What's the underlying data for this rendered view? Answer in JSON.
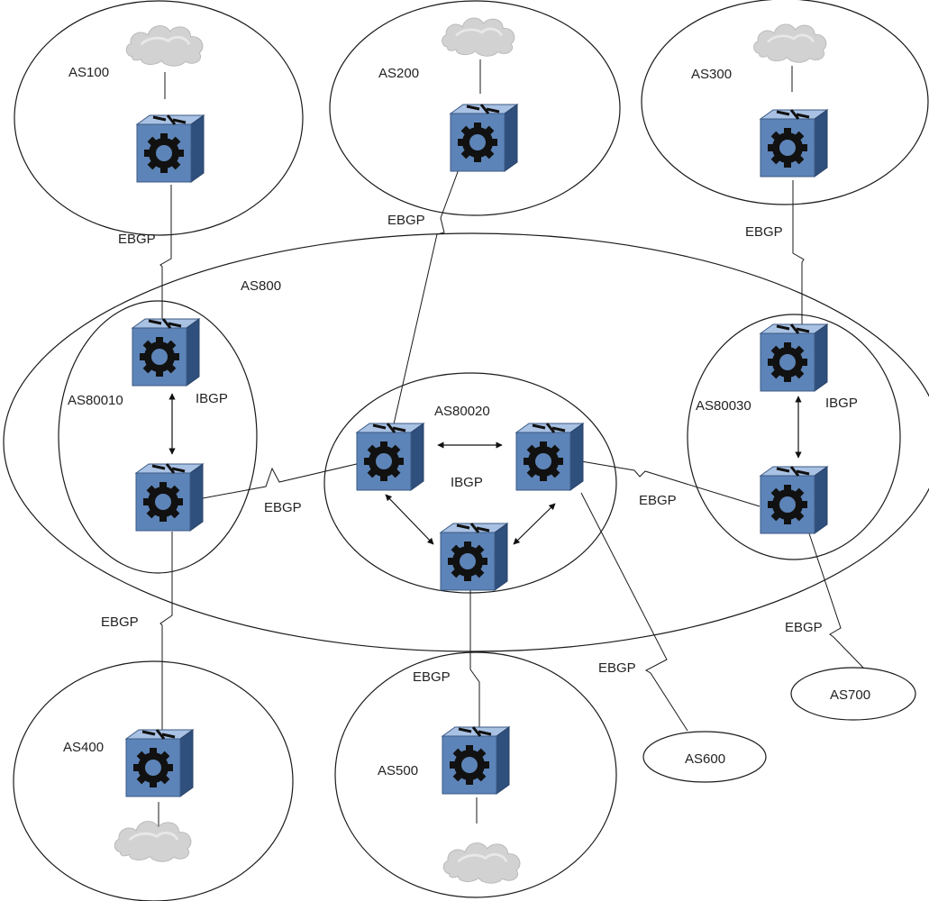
{
  "title": "",
  "colors": {
    "router_face": "#5d84b8",
    "router_top": "#a9c2e4",
    "router_side": "#2f4f7c",
    "cloud": "#cfcfcf",
    "line": "#1a1a1a"
  },
  "labels": {
    "as100": "AS100",
    "as200": "AS200",
    "as300": "AS300",
    "as400": "AS400",
    "as500": "AS500",
    "as600": "AS600",
    "as700": "AS700",
    "as800": "AS800",
    "as80010": "AS80010",
    "as80020": "AS80020",
    "as80030": "AS80030",
    "ebgp": "EBGP",
    "ibgp": "IBGP"
  },
  "icons": {
    "router": "router-icon",
    "cloud": "cloud-icon"
  }
}
